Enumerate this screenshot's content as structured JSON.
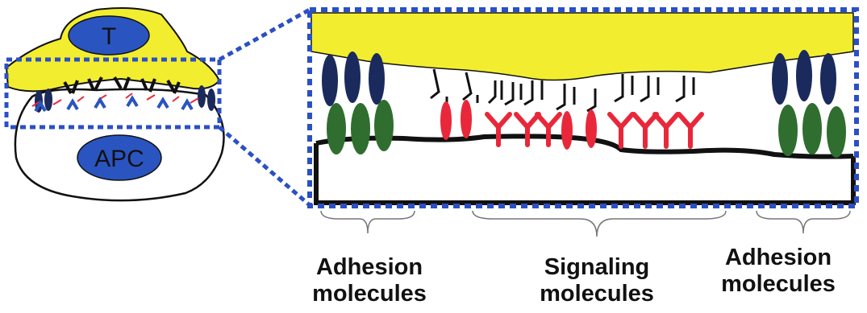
{
  "diagram": {
    "cell_labels": {
      "t_cell": "T",
      "apc": "APC"
    },
    "groups": [
      {
        "line1": "Adhesion",
        "line2": "molecules"
      },
      {
        "line1": "Signaling",
        "line2": "molecules"
      },
      {
        "line1": "Adhesion",
        "line2": "molecules"
      }
    ],
    "colors": {
      "t_cell_fill": "#f2ee2f",
      "nucleus_fill": "#2a55c0",
      "selection_box": "#2b4fc4",
      "adhesion_top": "#1a2a5c",
      "adhesion_bottom": "#2f6e2f",
      "signaling_red": "#e8283a",
      "membrane": "#111111"
    }
  }
}
